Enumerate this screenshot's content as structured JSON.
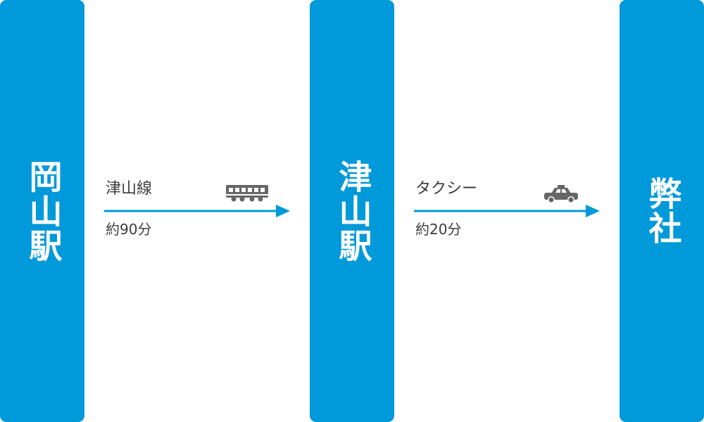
{
  "colors": {
    "station_bg": "#0099d9",
    "arrow": "#0099d9",
    "icon": "#666666",
    "text": "#3c3c3c"
  },
  "stations": [
    {
      "label": "岡山駅"
    },
    {
      "label": "津山駅"
    },
    {
      "label": "弊社"
    }
  ],
  "legs": [
    {
      "mode": "津山線",
      "time": "約90分",
      "icon": "train-icon"
    },
    {
      "mode": "タクシー",
      "time": "約20分",
      "icon": "taxi-icon"
    }
  ]
}
